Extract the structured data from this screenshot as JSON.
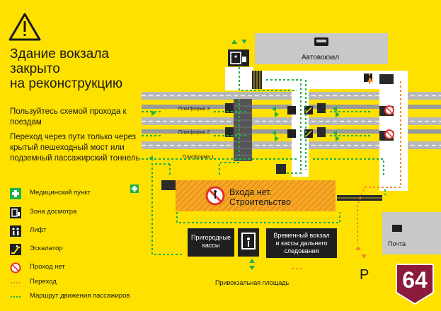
{
  "title_lines": [
    "Здание вокзала",
    "закрыто",
    "на реконструкцию"
  ],
  "note1": "Пользуйтесь схемой прохода к поездам",
  "note2": "Переход через пути только через крытый пешеходный мост или подземный пассажирский тоннель",
  "legend": [
    {
      "icon": "medical-cross-icon",
      "label": "Медицинский пункт"
    },
    {
      "icon": "security-check-icon",
      "label": "Зона досмотра"
    },
    {
      "icon": "elevator-icon",
      "label": "Лифт"
    },
    {
      "icon": "escalator-icon",
      "label": "Эскалатор"
    },
    {
      "icon": "no-entry-pedestrian-icon",
      "label": "Проход нет"
    },
    {
      "icon": "orange-dotted-line-icon",
      "label": "Переход"
    },
    {
      "icon": "green-dotted-line-icon",
      "label": "Маршрут движения пассажиров"
    }
  ],
  "bus_station": "Автовокзал",
  "platforms": [
    "Платформа 3",
    "Платформа 2",
    "Платформа 1"
  ],
  "construction_lines": [
    "Входа нет.",
    "Строительство"
  ],
  "suburban_ticket_lines": [
    "Пригородные",
    "кассы"
  ],
  "temp_station_lines": [
    "Временный вокзал",
    "и кассы дальнего",
    "следования"
  ],
  "square": "Привокзальная площадь",
  "post": "Почта",
  "parking": "P",
  "badge": "64",
  "colors": {
    "background": "#ffe100",
    "green": "#22b04b",
    "orange": "#f58a2a",
    "dark": "#1f1f1f",
    "track": "#b7b7b7",
    "badge": "#8c1a3c"
  }
}
